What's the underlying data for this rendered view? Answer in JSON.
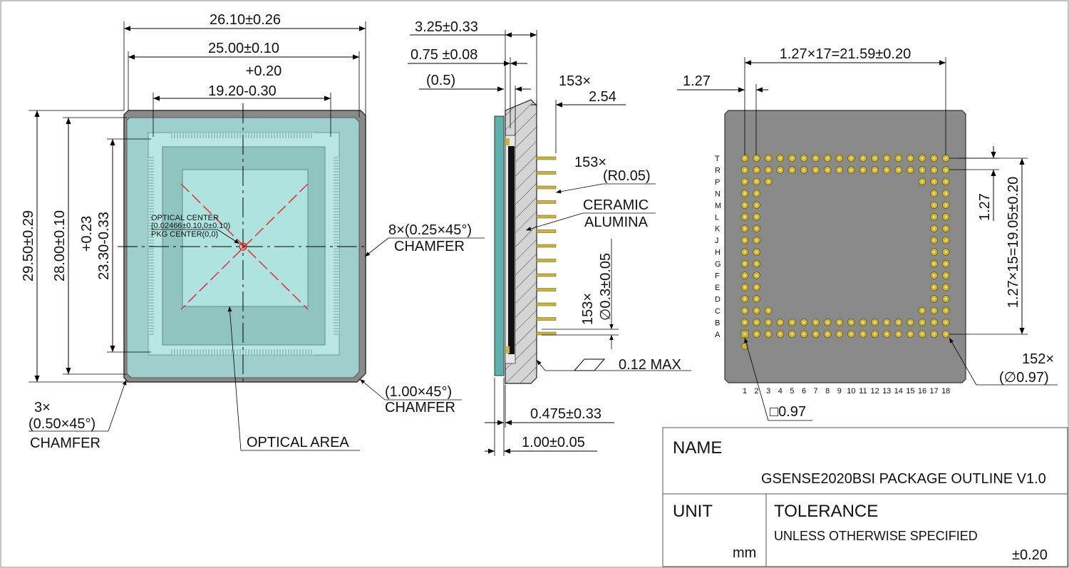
{
  "front_view": {
    "dim_overall_width": "26.10±0.26",
    "dim_inner_width": "25.00±0.10",
    "dim_optical_width_tol_plus": "+0.20",
    "dim_optical_width": "19.20-0.30",
    "dim_overall_height": "29.50±0.29",
    "dim_inner_height": "28.00±0.10",
    "dim_optical_height_tol_plus": "+0.23",
    "dim_optical_height": "23.30-0.33",
    "optical_center_label": "OPTICAL CENTER",
    "optical_center_value": "(0.02466±0.10,0±0.10)",
    "pkg_center_label": "PKG CENTER(0,0)",
    "chamfer_8_label": "8×(0.25×45°)",
    "chamfer_8_word": "CHAMFER",
    "chamfer_1_label": "(1.00×45°)",
    "chamfer_1_word": "CHAMFER",
    "chamfer_3_count": "3×",
    "chamfer_3_label": "(0.50×45°)",
    "chamfer_3_word": "CHAMFER",
    "optical_area_label": "OPTICAL AREA"
  },
  "side_view": {
    "dim_total_thickness": "3.25±0.33",
    "dim_thickness_2": "0.75 ±0.08",
    "dim_gap": "(0.5)",
    "pin_pitch_count": "153×",
    "pin_pitch_value": "2.54",
    "pin_radius_count": "153×",
    "pin_radius_value": "(R0.05)",
    "material_line1": "CERAMIC",
    "material_line2": "ALUMINA",
    "pin_diameter_count": "153×",
    "pin_diameter_value": "∅0.3±0.05",
    "flatness_value": "0.12 MAX",
    "dim_glass_offset": "0.475±0.33",
    "dim_glass_thickness": "1.00±0.05"
  },
  "bottom_view": {
    "dim_pin_span_x": "1.27×17=21.59±0.20",
    "dim_pin_pitch": "1.27",
    "dim_pin_pitch_y": "1.27",
    "dim_pin_span_y": "1.27×15=19.05±0.20",
    "pad_count": "152×",
    "pad_diameter": "(∅0.97)",
    "square_pad": "□0.97",
    "row_labels": [
      "T",
      "R",
      "P",
      "N",
      "M",
      "L",
      "K",
      "J",
      "H",
      "G",
      "F",
      "E",
      "D",
      "C",
      "B",
      "A"
    ],
    "col_labels": [
      "1",
      "2",
      "3",
      "4",
      "5",
      "6",
      "7",
      "8",
      "9",
      "10",
      "11",
      "12",
      "13",
      "14",
      "15",
      "16",
      "17",
      "18"
    ]
  },
  "title_block": {
    "name_label": "NAME",
    "name_value": "GSENSE2020BSI PACKAGE OUTLINE V1.0",
    "unit_label": "UNIT",
    "unit_value": "mm",
    "tolerance_label": "TOLERANCE",
    "tolerance_note": "UNLESS OTHERWISE SPECIFIED",
    "tolerance_value": "±0.20"
  },
  "colors": {
    "package_gray": "#8a8a8a",
    "glass_cyan": "#9fdcd8",
    "sensor_teal": "#8fc4c0",
    "pad_gold": "#c8b43c",
    "center_mark_red": "#e03030"
  }
}
